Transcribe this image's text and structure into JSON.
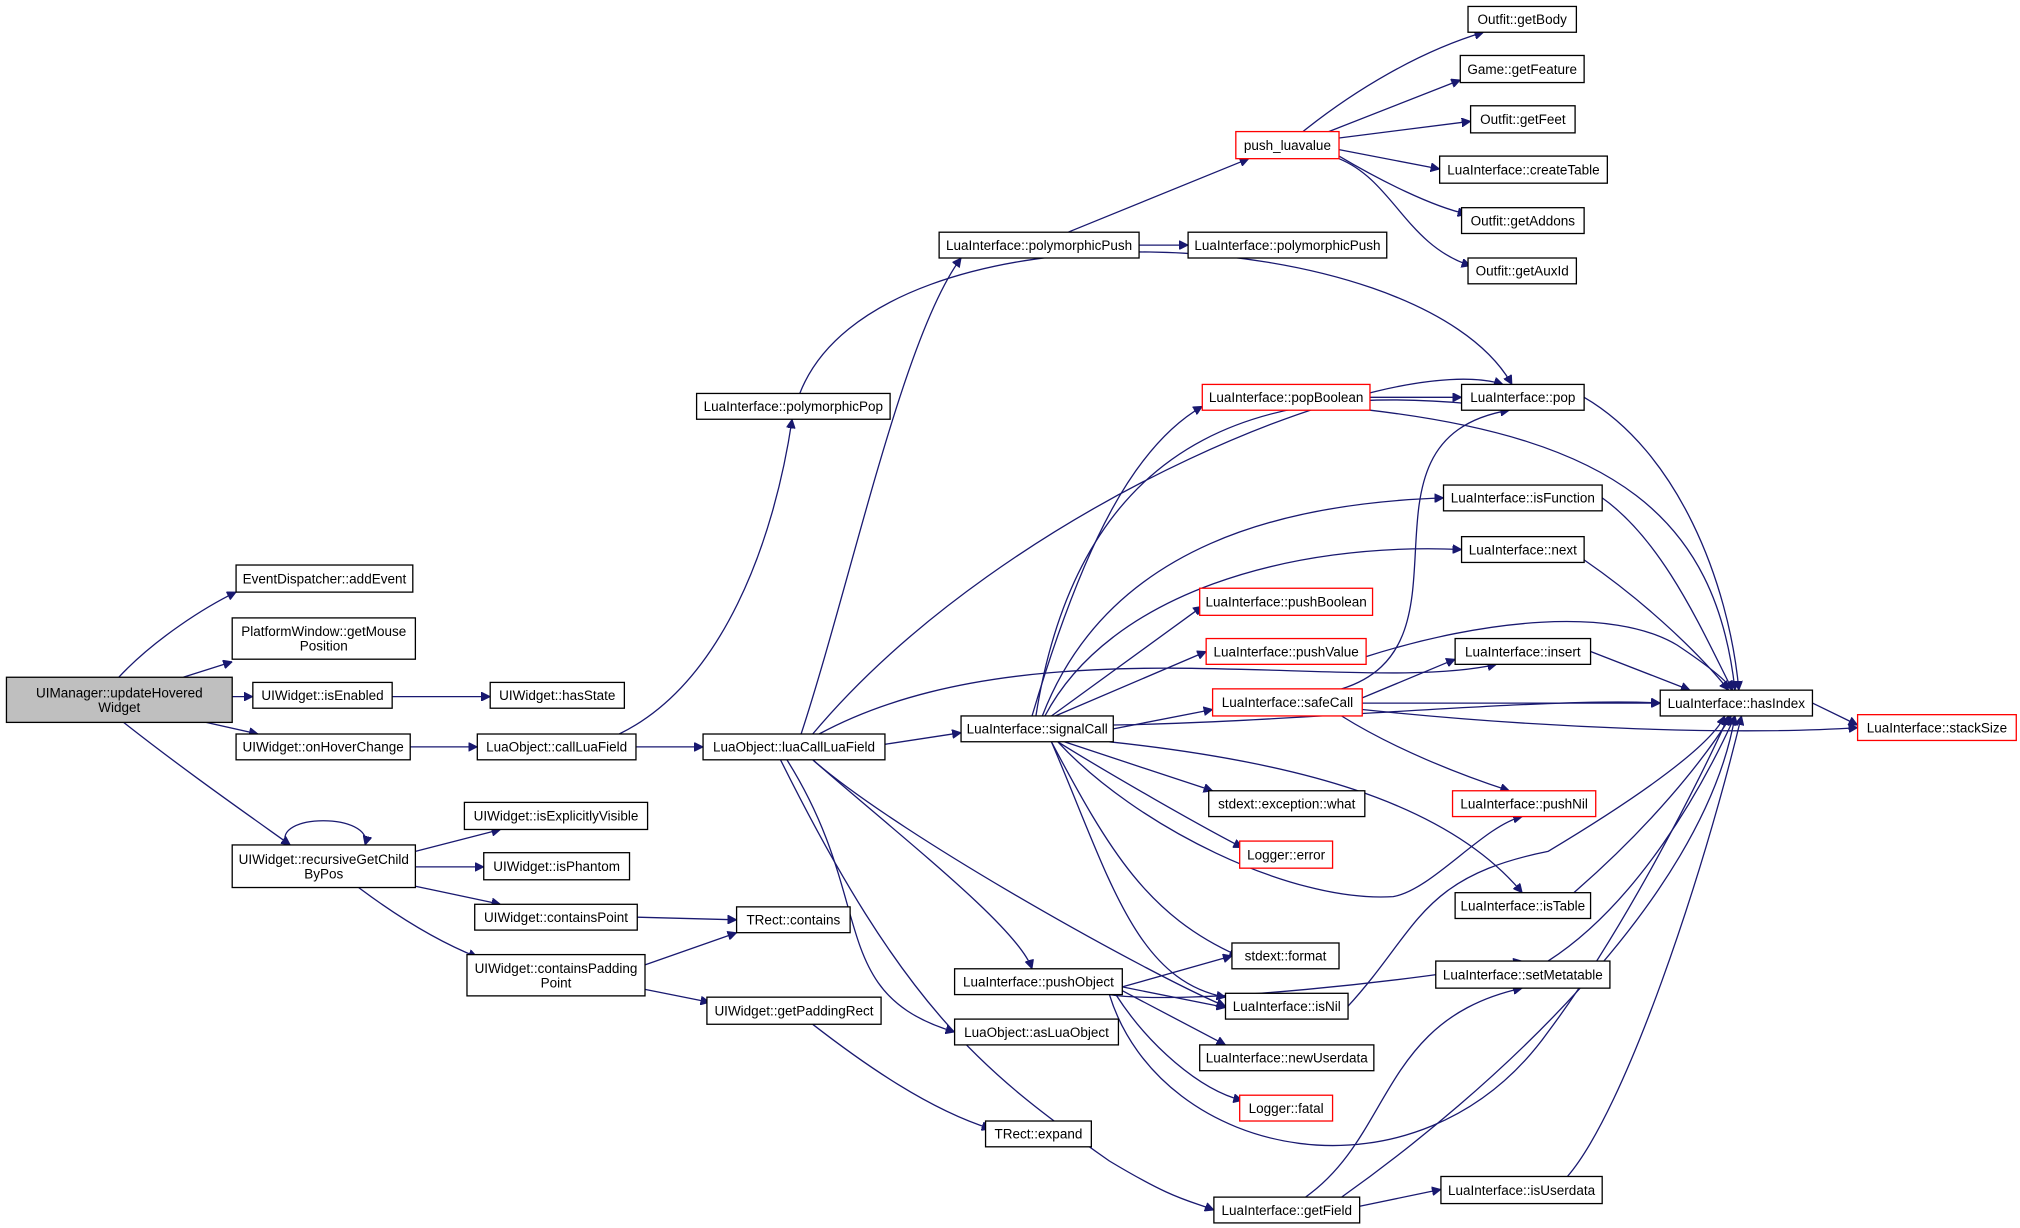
{
  "nodes": [
    {
      "id": "root",
      "lines": [
        "UIManager::updateHovered",
        "Widget"
      ],
      "style": "root"
    },
    {
      "id": "addEvent",
      "lines": [
        "EventDispatcher::addEvent"
      ]
    },
    {
      "id": "getMousePosition",
      "lines": [
        "PlatformWindow::getMouse",
        "Position"
      ]
    },
    {
      "id": "isEnabled",
      "lines": [
        "UIWidget::isEnabled"
      ]
    },
    {
      "id": "hasState",
      "lines": [
        "UIWidget::hasState"
      ]
    },
    {
      "id": "onHoverChange",
      "lines": [
        "UIWidget::onHoverChange"
      ]
    },
    {
      "id": "callLuaField",
      "lines": [
        "LuaObject::callLuaField"
      ]
    },
    {
      "id": "luaCallLuaField",
      "lines": [
        "LuaObject::luaCallLuaField"
      ]
    },
    {
      "id": "recursiveGetChildByPos",
      "lines": [
        "UIWidget::recursiveGetChild",
        "ByPos"
      ]
    },
    {
      "id": "isExplicitlyVisible",
      "lines": [
        "UIWidget::isExplicitlyVisible"
      ]
    },
    {
      "id": "isPhantom",
      "lines": [
        "UIWidget::isPhantom"
      ]
    },
    {
      "id": "containsPoint",
      "lines": [
        "UIWidget::containsPoint"
      ]
    },
    {
      "id": "containsPaddingPoint",
      "lines": [
        "UIWidget::containsPadding",
        "Point"
      ]
    },
    {
      "id": "trectContains",
      "lines": [
        "TRect::contains"
      ]
    },
    {
      "id": "getPaddingRect",
      "lines": [
        "UIWidget::getPaddingRect"
      ]
    },
    {
      "id": "trectExpand",
      "lines": [
        "TRect::expand"
      ]
    },
    {
      "id": "polymorphicPop",
      "lines": [
        "LuaInterface::polymorphicPop"
      ]
    },
    {
      "id": "polymorphicPush1",
      "lines": [
        "LuaInterface::polymorphicPush"
      ]
    },
    {
      "id": "polymorphicPush2",
      "lines": [
        "LuaInterface::polymorphicPush"
      ]
    },
    {
      "id": "pushLuavalue",
      "lines": [
        "push_luavalue"
      ],
      "style": "red"
    },
    {
      "id": "getBody",
      "lines": [
        "Outfit::getBody"
      ]
    },
    {
      "id": "getFeature",
      "lines": [
        "Game::getFeature"
      ]
    },
    {
      "id": "getFeet",
      "lines": [
        "Outfit::getFeet"
      ]
    },
    {
      "id": "createTable",
      "lines": [
        "LuaInterface::createTable"
      ]
    },
    {
      "id": "getAddons",
      "lines": [
        "Outfit::getAddons"
      ]
    },
    {
      "id": "getAuxId",
      "lines": [
        "Outfit::getAuxId"
      ]
    },
    {
      "id": "signalCall",
      "lines": [
        "LuaInterface::signalCall"
      ]
    },
    {
      "id": "popBoolean",
      "lines": [
        "LuaInterface::popBoolean"
      ],
      "style": "red"
    },
    {
      "id": "pop",
      "lines": [
        "LuaInterface::pop"
      ]
    },
    {
      "id": "isFunction",
      "lines": [
        "LuaInterface::isFunction"
      ]
    },
    {
      "id": "next",
      "lines": [
        "LuaInterface::next"
      ]
    },
    {
      "id": "pushBoolean",
      "lines": [
        "LuaInterface::pushBoolean"
      ],
      "style": "red"
    },
    {
      "id": "pushValue",
      "lines": [
        "LuaInterface::pushValue"
      ],
      "style": "red"
    },
    {
      "id": "insert",
      "lines": [
        "LuaInterface::insert"
      ]
    },
    {
      "id": "safeCall",
      "lines": [
        "LuaInterface::safeCall"
      ],
      "style": "red"
    },
    {
      "id": "hasIndex",
      "lines": [
        "LuaInterface::hasIndex"
      ]
    },
    {
      "id": "stackSize",
      "lines": [
        "LuaInterface::stackSize"
      ],
      "style": "red"
    },
    {
      "id": "exceptionWhat",
      "lines": [
        "stdext::exception::what"
      ]
    },
    {
      "id": "pushNil",
      "lines": [
        "LuaInterface::pushNil"
      ],
      "style": "red"
    },
    {
      "id": "loggerError",
      "lines": [
        "Logger::error"
      ],
      "style": "red"
    },
    {
      "id": "isTable",
      "lines": [
        "LuaInterface::isTable"
      ]
    },
    {
      "id": "stdextFormat",
      "lines": [
        "stdext::format"
      ]
    },
    {
      "id": "setMetatable",
      "lines": [
        "LuaInterface::setMetatable"
      ]
    },
    {
      "id": "pushObject",
      "lines": [
        "LuaInterface::pushObject"
      ]
    },
    {
      "id": "isNil",
      "lines": [
        "LuaInterface::isNil"
      ]
    },
    {
      "id": "asLuaObject",
      "lines": [
        "LuaObject::asLuaObject"
      ]
    },
    {
      "id": "newUserdata",
      "lines": [
        "LuaInterface::newUserdata"
      ]
    },
    {
      "id": "loggerFatal",
      "lines": [
        "Logger::fatal"
      ],
      "style": "red"
    },
    {
      "id": "isUserdata",
      "lines": [
        "LuaInterface::isUserdata"
      ]
    },
    {
      "id": "getField",
      "lines": [
        "LuaInterface::getField"
      ]
    }
  ],
  "colors": {
    "edge": "#191970",
    "red_border": "#ff0000",
    "root_fill": "#bfbfbf"
  }
}
